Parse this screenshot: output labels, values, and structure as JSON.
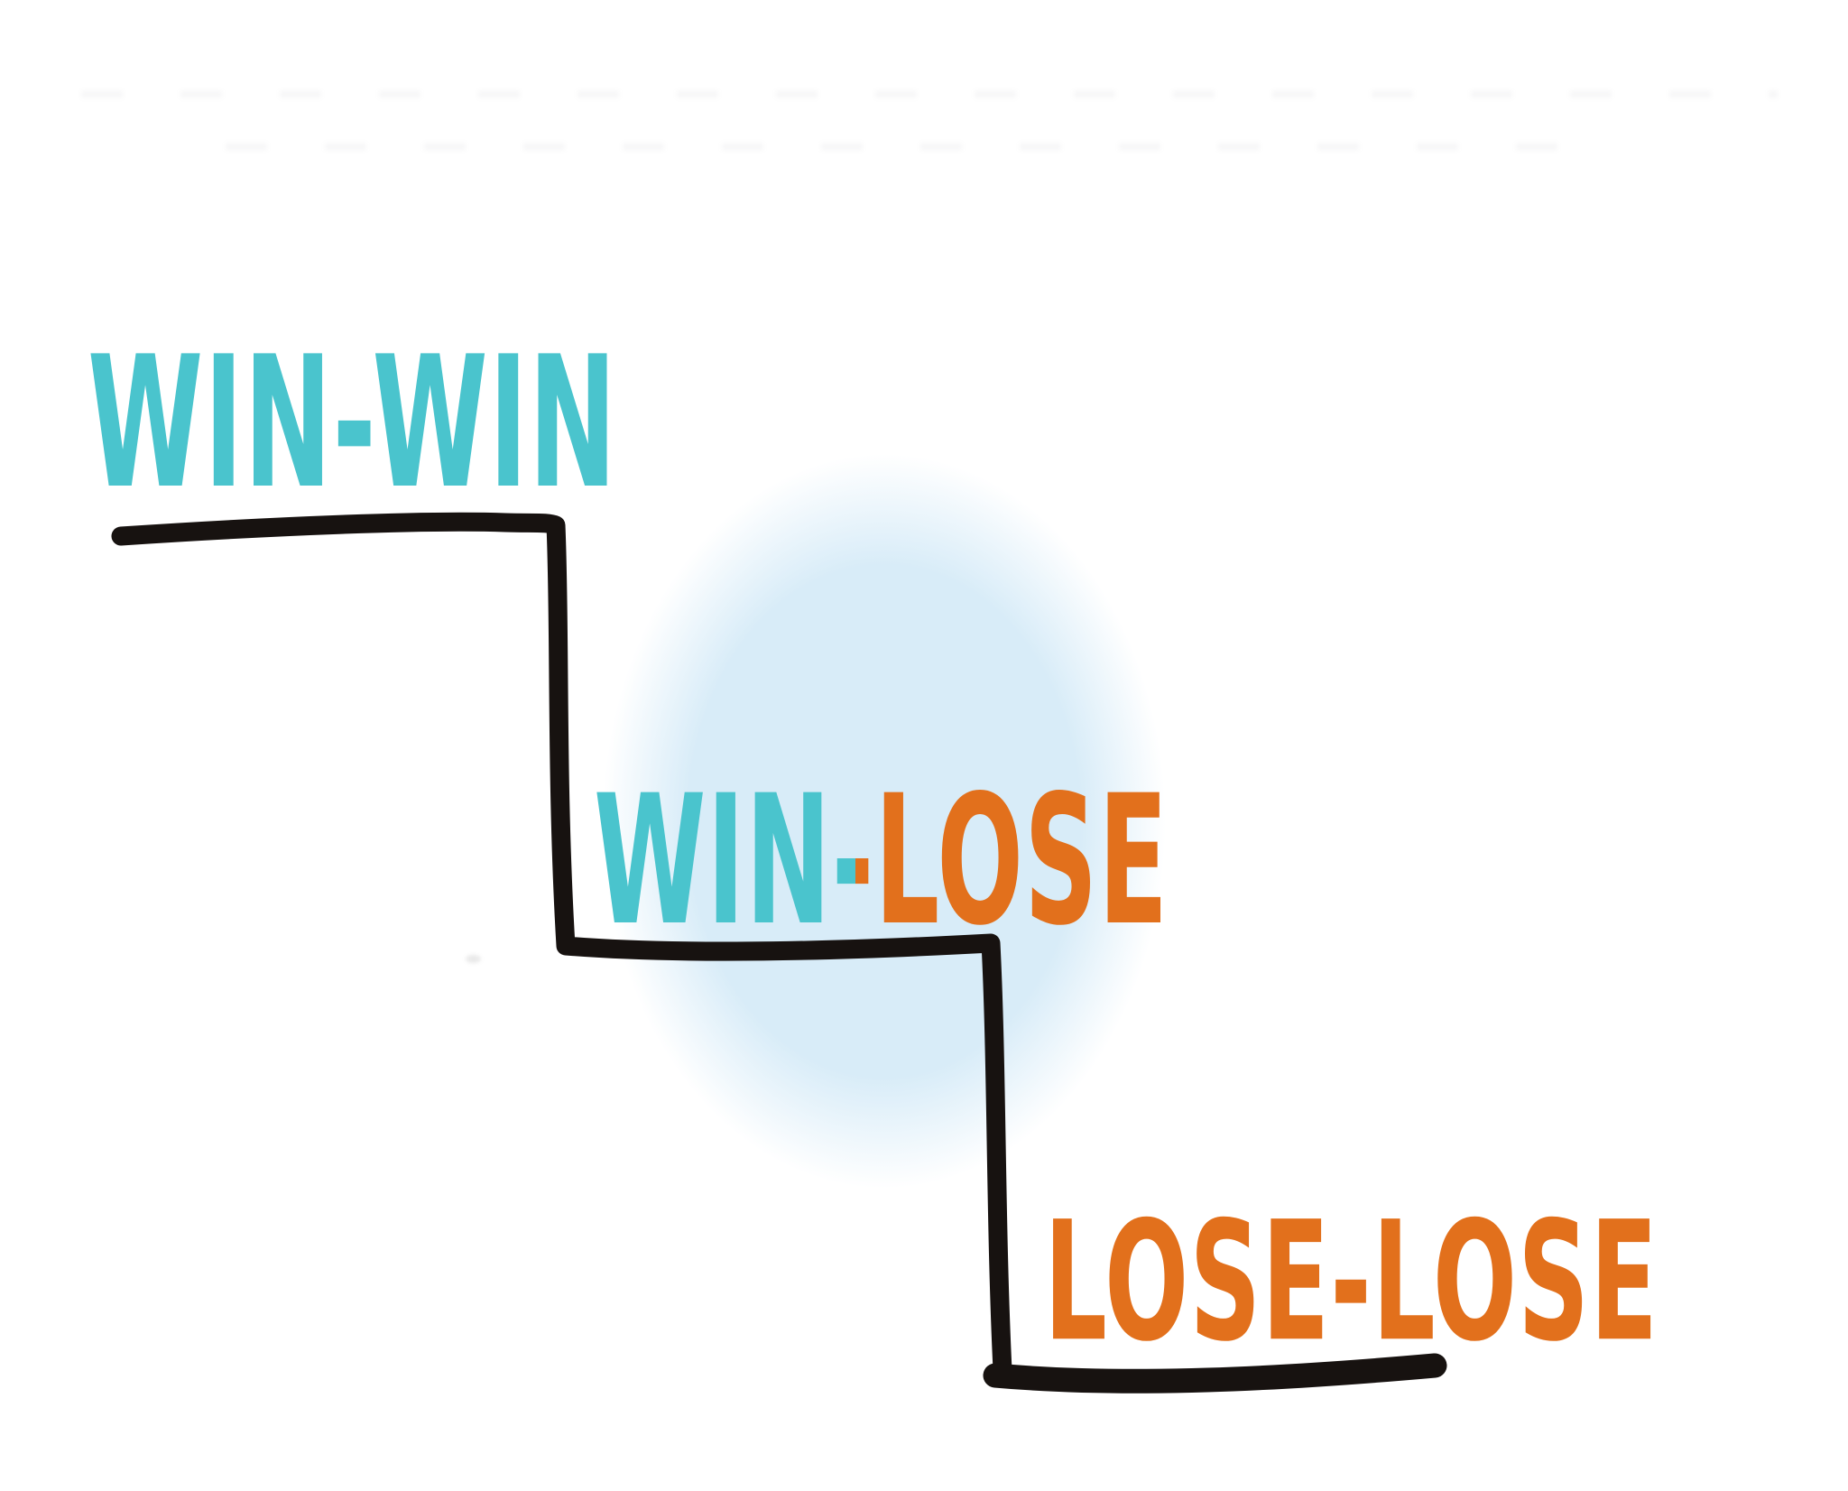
{
  "diagram": {
    "type": "hand-drawn staircase diagram",
    "background_color": "#ffffff",
    "ink_color": "#171210",
    "highlight_blob_color": "#d8ecf8",
    "teal_color": "#4ac4cd",
    "orange_color": "#e2701c",
    "steps": [
      {
        "position": "top",
        "label": "WIN-WIN",
        "color": "#4ac4cd"
      },
      {
        "position": "middle",
        "label": "WIN-LOSE",
        "color": "mixed teal-orange"
      },
      {
        "position": "bottom",
        "label": "LOSE-LOSE",
        "color": "#e2701c"
      }
    ],
    "labels": {
      "win_win": "WIN-WIN",
      "win_lose_win": "WIN",
      "win_lose_hyphen": "-",
      "win_lose_lose": "LOSE",
      "lose_lose": "LOSE-LOSE"
    }
  }
}
